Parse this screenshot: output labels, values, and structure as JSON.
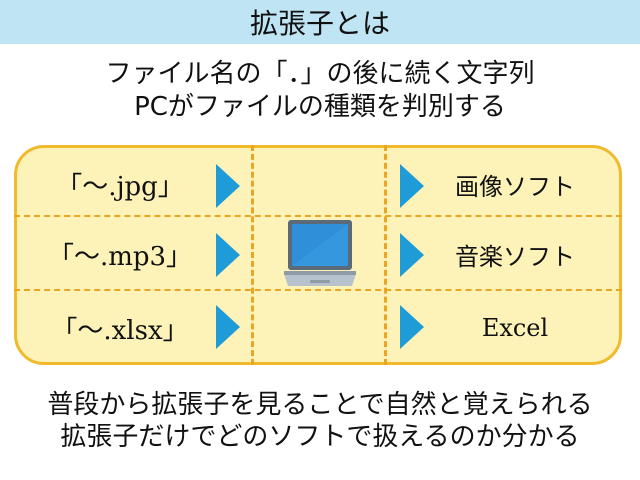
{
  "title": "拡張子とは",
  "intro": {
    "line1": "ファイル名の「．」の後に続く文字列",
    "line2": "PCがファイルの種類を判別する"
  },
  "rows": [
    {
      "extension": "「～.jpg」",
      "software": "画像ソフト"
    },
    {
      "extension": "「～.mp3」",
      "software": "音楽ソフト"
    },
    {
      "extension": "「～.xlsx」",
      "software": "Excel"
    }
  ],
  "icons": {
    "device": "laptop-icon",
    "connector": "triangle-arrow-icon"
  },
  "outro": {
    "line1": "普段から拡張子を見ることで自然と覚えられる",
    "line2": "拡張子だけでどのソフトで扱えるのか分かる"
  },
  "colors": {
    "title_bg": "#bfe4f3",
    "panel_fill": "#fdf3b8",
    "panel_border": "#f1b92c",
    "arrow": "#1f9bd8"
  }
}
